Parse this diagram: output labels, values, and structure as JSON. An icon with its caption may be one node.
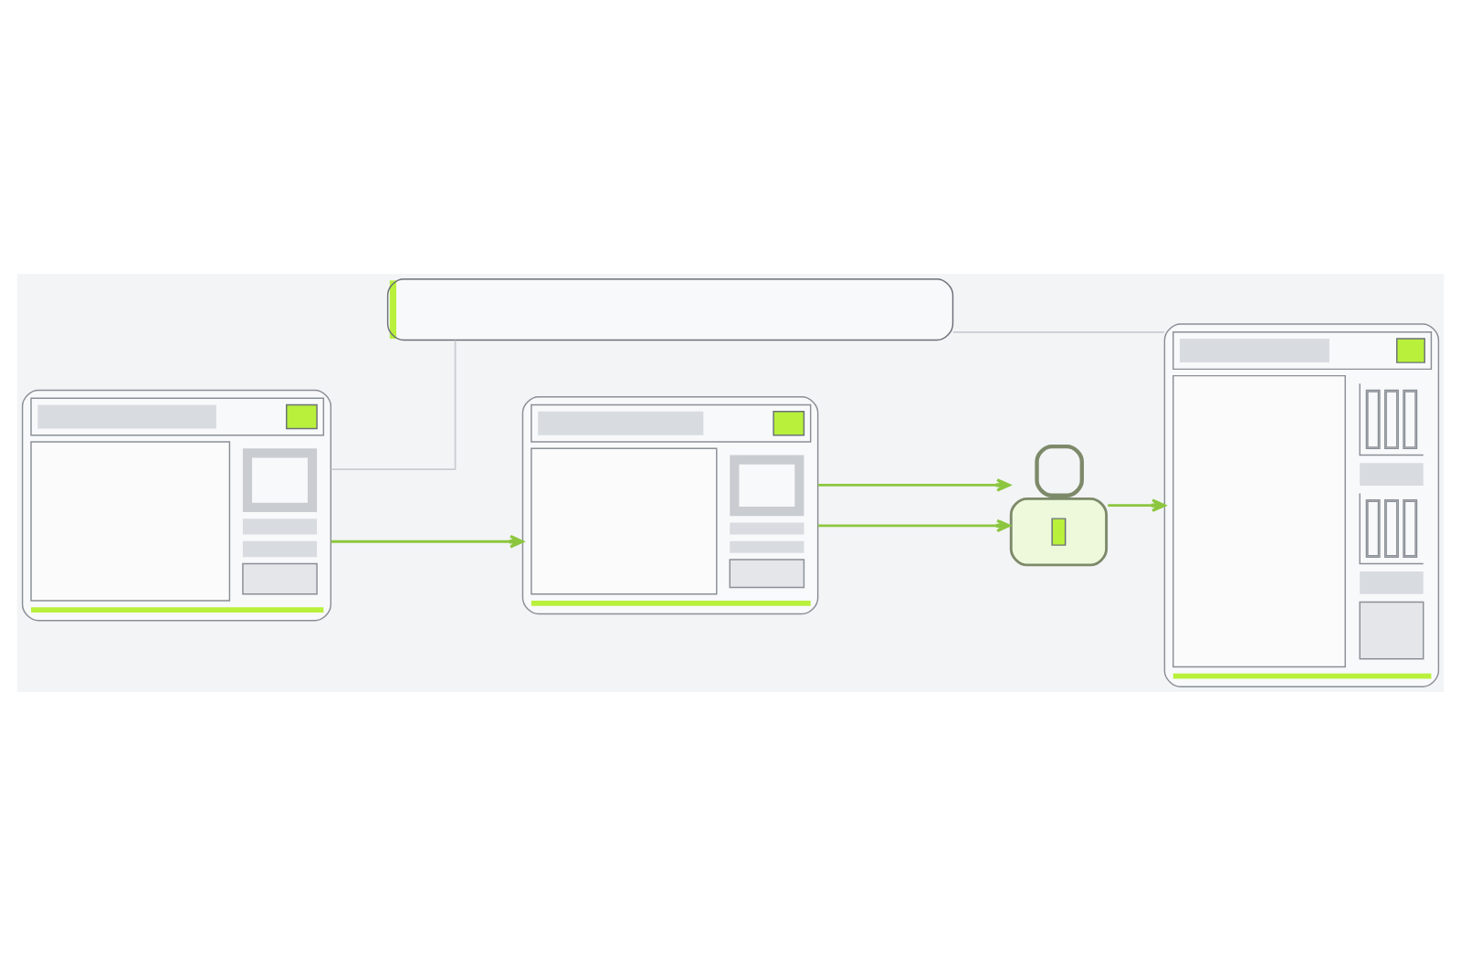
{
  "diagram": {
    "nodes": [
      {
        "text": [],
        "shape": "bar"
      },
      {
        "text": [],
        "shape": "window"
      },
      {
        "text": [],
        "shape": "window"
      },
      {
        "text": [],
        "shape": "picture"
      },
      {
        "text": [],
        "shape": "window"
      }
    ],
    "edges": [
      {
        "from": 0,
        "to": 1,
        "arrow": "none",
        "color": "#c9cdd2"
      },
      {
        "from": 0,
        "to": 4,
        "arrow": "none",
        "color": "#c9cdd2"
      },
      {
        "from": 1,
        "to": 2,
        "arrow": "to"
      },
      {
        "from": 2,
        "to": 3,
        "arrow": "to"
      },
      {
        "from": 2,
        "to": 3,
        "arrow": "to"
      },
      {
        "from": 3,
        "to": 4,
        "arrow": "to"
      }
    ]
  }
}
